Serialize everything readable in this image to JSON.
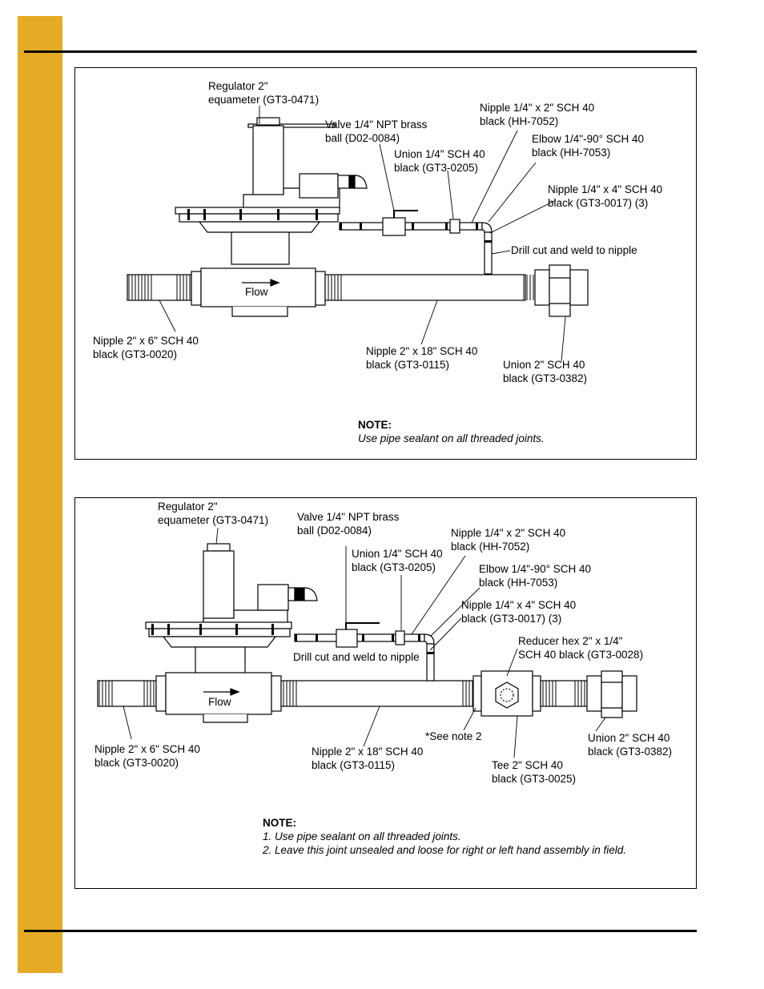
{
  "colors": {
    "side_band": "#e6ab24"
  },
  "diagram1": {
    "labels": {
      "regulator": [
        "Regulator 2\"",
        "equameter (GT3-0471)"
      ],
      "valve": [
        "Valve 1/4\" NPT brass",
        "ball (D02-0084)"
      ],
      "union_quarter": [
        "Union 1/4\" SCH 40",
        "black (GT3-0205)"
      ],
      "nipple_2in": [
        "Nipple 1/4\" x 2\" SCH 40",
        "black (HH-7052)"
      ],
      "elbow": [
        "Elbow 1/4\"-90° SCH 40",
        "black (HH-7053)"
      ],
      "nipple_4in": [
        "Nipple 1/4\" x 4\" SCH 40",
        "black (GT3-0017) (3)"
      ],
      "drill": [
        "Drill cut and weld to nipple"
      ],
      "flow": [
        "Flow"
      ],
      "nipple_6in": [
        "Nipple 2\" x 6\" SCH 40",
        "black (GT3-0020)"
      ],
      "nipple_18in": [
        "Nipple 2\" x 18\" SCH 40",
        "black (GT3-0115)"
      ],
      "union_2in": [
        "Union 2\" SCH 40",
        "black (GT3-0382)"
      ]
    },
    "note_title": "NOTE:",
    "note_lines": [
      "Use pipe sealant on all threaded joints."
    ]
  },
  "diagram2": {
    "labels": {
      "regulator": [
        "Regulator 2\"",
        "equameter (GT3-0471)"
      ],
      "valve": [
        "Valve 1/4\" NPT brass",
        "ball (D02-0084)"
      ],
      "union_quarter": [
        "Union 1/4\" SCH 40",
        "black (GT3-0205)"
      ],
      "nipple_2in": [
        "Nipple 1/4\" x 2\" SCH 40",
        "black (HH-7052)"
      ],
      "elbow": [
        "Elbow 1/4\"-90° SCH 40",
        "black (HH-7053)"
      ],
      "nipple_4in": [
        "Nipple 1/4\" x 4\" SCH 40",
        "black (GT3-0017) (3)"
      ],
      "reducer": [
        "Reducer hex 2\" x 1/4\"",
        "SCH 40 black (GT3-0028)"
      ],
      "drill": [
        "Drill cut and weld to nipple"
      ],
      "flow": [
        "Flow"
      ],
      "see_note": [
        "*See note 2"
      ],
      "union_2in": [
        "Union 2\" SCH 40",
        "black (GT3-0382)"
      ],
      "nipple_6in": [
        "Nipple 2\" x 6\" SCH 40",
        "black (GT3-0020)"
      ],
      "nipple_18in": [
        "Nipple 2\" x 18\" SCH 40",
        "black (GT3-0115)"
      ],
      "tee": [
        "Tee 2\" SCH 40",
        "black (GT3-0025)"
      ]
    },
    "note_title": "NOTE:",
    "note_lines": [
      "1. Use pipe sealant on all threaded joints.",
      "2. Leave this joint unsealed and loose for right or left hand assembly in field."
    ]
  }
}
